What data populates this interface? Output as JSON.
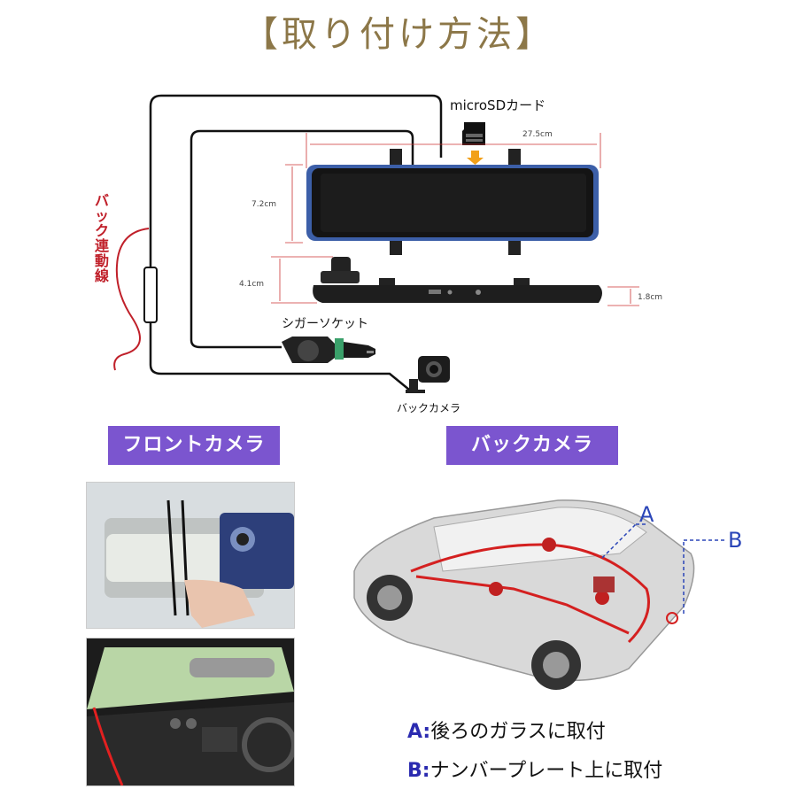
{
  "title": "【取り付け方法】",
  "diagram": {
    "sd_label": "microSDカード",
    "back_link_label": "バック連動線",
    "cigar_label": "シガーソケット",
    "back_camera_label": "バックカメラ",
    "dim_width": "27.5cm",
    "dim_height": "7.2cm",
    "dim_mount": "4.1cm",
    "dim_depth": "1.8cm"
  },
  "sections": {
    "front": "フロントカメラ",
    "back": "バックカメラ"
  },
  "callouts": {
    "a": "A",
    "b": "B"
  },
  "legend": [
    {
      "key": "A:",
      "text": "後ろのガラスに取付"
    },
    {
      "key": "B:",
      "text": "ナンバープレート上に取付"
    }
  ],
  "colors": {
    "title": "#8c7748",
    "banner": "#7b55cf",
    "wire": "#c0202a",
    "callout": "#2b46b8"
  }
}
